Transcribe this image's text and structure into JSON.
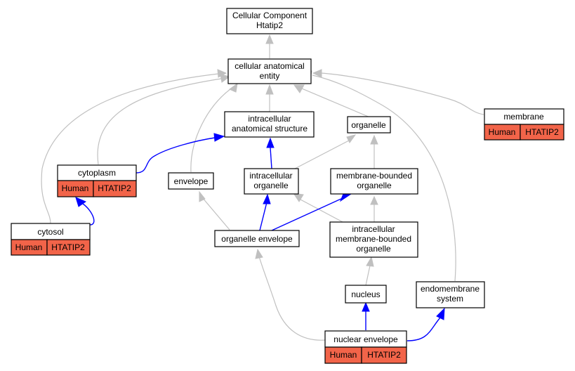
{
  "colors": {
    "is_a_edge": "#c0c0c0",
    "part_of_edge": "#0000ff",
    "annotation_fill": "#f26449"
  },
  "nodes": {
    "root": {
      "line1": "Cellular Component",
      "line2": "Htatip2"
    },
    "cae": {
      "line1": "cellular anatomical",
      "line2": "entity"
    },
    "ias": {
      "line1": "intracellular",
      "line2": "anatomical structure"
    },
    "organelle": {
      "line1": "organelle"
    },
    "membrane": {
      "line1": "membrane",
      "species": "Human",
      "gene": "HTATIP2"
    },
    "cytoplasm": {
      "line1": "cytoplasm",
      "species": "Human",
      "gene": "HTATIP2"
    },
    "envelope": {
      "line1": "envelope"
    },
    "io": {
      "line1": "intracellular",
      "line2": "organelle"
    },
    "mbo": {
      "line1": "membrane-bounded",
      "line2": "organelle"
    },
    "cytosol": {
      "line1": "cytosol",
      "species": "Human",
      "gene": "HTATIP2"
    },
    "oe": {
      "line1": "organelle envelope"
    },
    "imbo": {
      "line1": "intracellular",
      "line2": "membrane-bounded",
      "line3": "organelle"
    },
    "nucleus": {
      "line1": "nucleus"
    },
    "endo": {
      "line1": "endomembrane",
      "line2": "system"
    },
    "ne": {
      "line1": "nuclear envelope",
      "species": "Human",
      "gene": "HTATIP2"
    }
  }
}
